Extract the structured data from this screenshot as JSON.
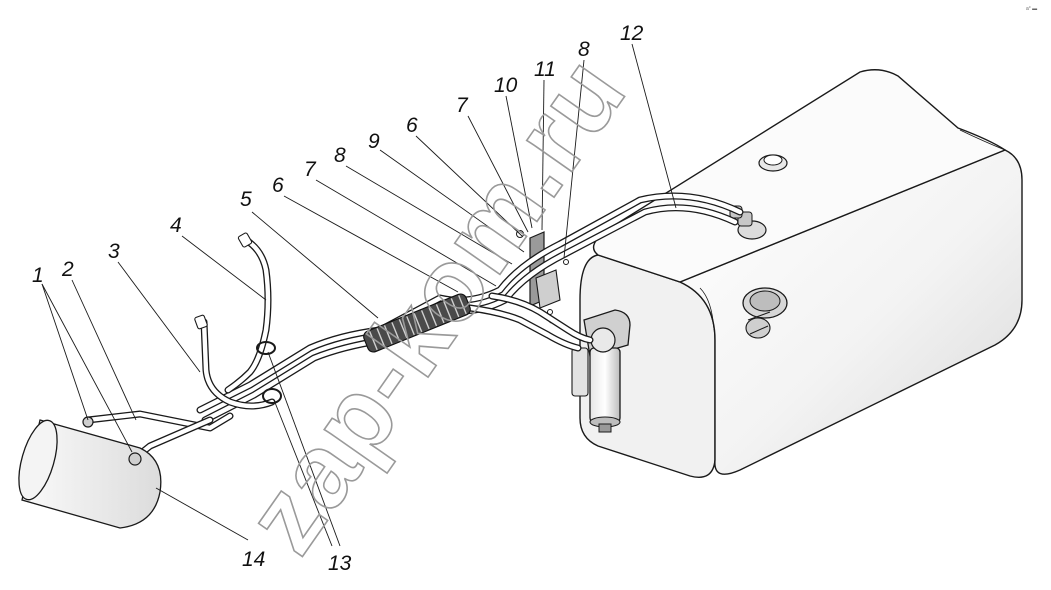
{
  "callouts": [
    {
      "label": "1"
    },
    {
      "label": "2"
    },
    {
      "label": "3"
    },
    {
      "label": "4"
    },
    {
      "label": "5"
    },
    {
      "label": "6"
    },
    {
      "label": "7"
    },
    {
      "label": "8"
    },
    {
      "label": "9"
    },
    {
      "label": "6"
    },
    {
      "label": "7"
    },
    {
      "label": "10"
    },
    {
      "label": "11"
    },
    {
      "label": "8"
    },
    {
      "label": "12"
    },
    {
      "label": "13"
    },
    {
      "label": "14"
    }
  ],
  "watermark": "zap-kom.ru",
  "corner_mark": "a° ▬"
}
